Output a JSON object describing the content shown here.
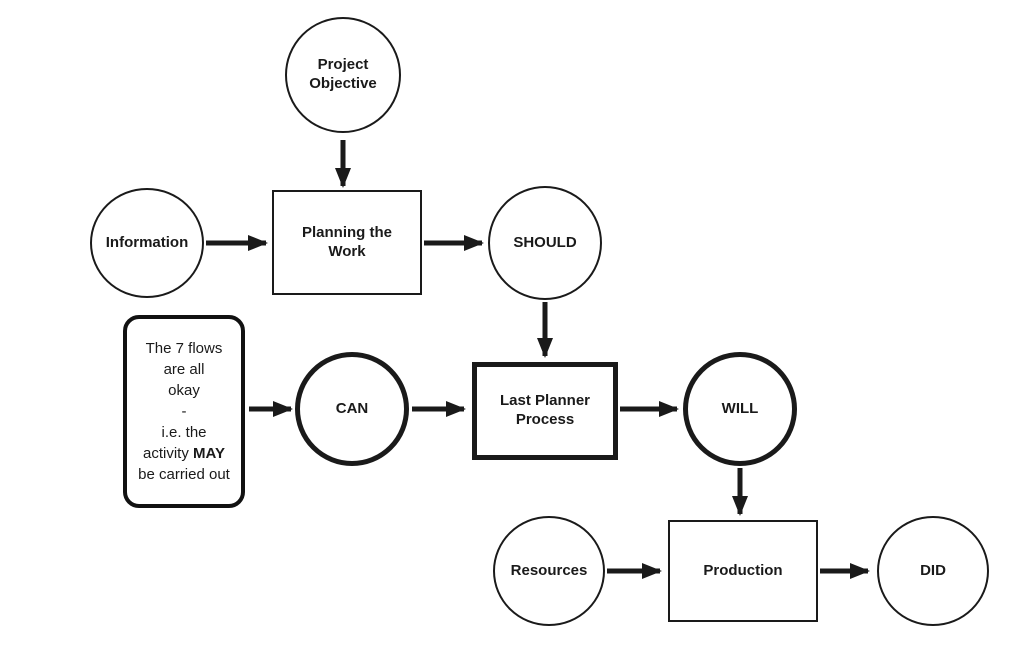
{
  "diagram": {
    "colors": {
      "stroke": "#1a1a1a",
      "background": "#ffffff"
    },
    "nodes": {
      "project_objective": {
        "label": "Project Objective"
      },
      "information": {
        "label": "Information"
      },
      "planning_the_work": {
        "label": "Planning the Work"
      },
      "should": {
        "label": "SHOULD"
      },
      "can": {
        "label": "CAN"
      },
      "last_planner_process": {
        "label": "Last Planner Process"
      },
      "will": {
        "label": "WILL"
      },
      "resources": {
        "label": "Resources"
      },
      "production": {
        "label": "Production"
      },
      "did": {
        "label": "DID"
      },
      "note": {
        "line1": "The 7 flows",
        "line2": "are all",
        "line3": "okay",
        "line4": "-",
        "line5": "i.e. the",
        "line6_prefix": "activity ",
        "line6_bold": "MAY",
        "line7": "be carried out"
      }
    }
  }
}
